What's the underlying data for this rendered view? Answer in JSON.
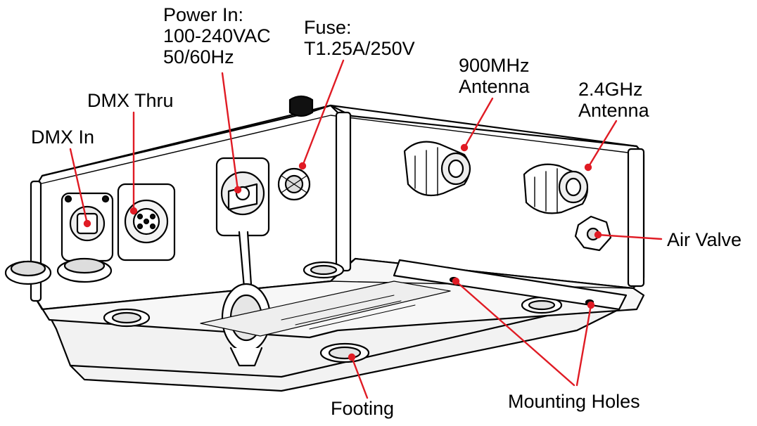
{
  "labels": {
    "power_in": [
      "Power In:",
      "100-240VAC",
      "50/60Hz"
    ],
    "fuse": [
      "Fuse:",
      "T1.25A/250V"
    ],
    "dmx_thru": "DMX Thru",
    "dmx_in": "DMX In",
    "antenna_900": [
      "900MHz",
      "Antenna"
    ],
    "antenna_24": [
      "2.4GHz",
      "Antenna"
    ],
    "air_valve": "Air Valve",
    "footing": "Footing",
    "mounting_holes": "Mounting Holes"
  },
  "colors": {
    "leader": "#e01b24",
    "outline": "#000000",
    "body": "#ffffff",
    "shade": "#d9d9d9"
  }
}
